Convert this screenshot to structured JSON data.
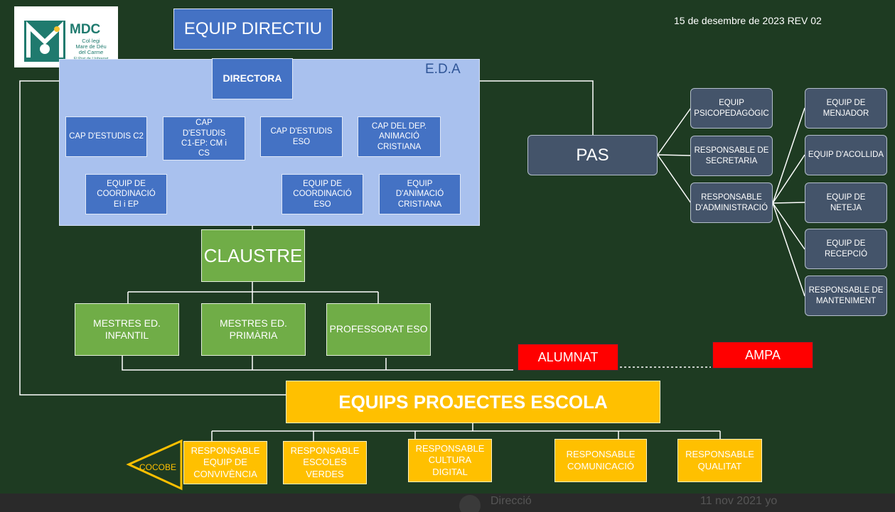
{
  "header": {
    "title": "EQUIP DIRECTIU",
    "date": "15 de desembre de 2023 REV 02"
  },
  "logo": {
    "acronym": "MDC",
    "line1": "Col·legi",
    "line2": "Mare de Déu",
    "line3": "del Carme",
    "line4": "El Prat de Llobregat"
  },
  "eda": {
    "label": "E.D.A",
    "directora": "DIRECTORA",
    "cap_c2": "CAP D'ESTUDIS C2",
    "cap_c1": "CAP D'ESTUDIS C1-EP: CM i CS",
    "cap_eso": "CAP D'ESTUDIS ESO",
    "cap_animacio": "CAP DEL DEP. ANIMACIÓ CRISTIANA",
    "coord_ei_ep": "EQUIP DE COORDINACIÓ EI i EP",
    "coord_eso": "EQUIP DE COORDINACIÓ ESO",
    "equip_animacio": "EQUIP D'ANIMACIÓ CRISTIANA"
  },
  "claustre": {
    "title": "CLAUSTRE",
    "infantil": "MESTRES ED. INFANTIL",
    "primaria": "MESTRES ED. PRIMÀRIA",
    "eso": "PROFESSORAT ESO"
  },
  "pas": {
    "title": "PAS",
    "psico": "EQUIP PSICOPEDAGÒGIC",
    "secretaria": "RESPONSABLE DE SECRETARIA",
    "administracio": "RESPONSABLE D'ADMINISTRACIÓ",
    "menjador": "EQUIP DE MENJADOR",
    "acollida": "EQUIP D'ACOLLIDA",
    "neteja": "EQUIP DE NETEJA",
    "recepcio": "EQUIP DE RECEPCIÓ",
    "manteniment": "RESPONSABLE DE MANTENIMENT"
  },
  "alumnat": "ALUMNAT",
  "ampa": "AMPA",
  "projectes": {
    "title": "EQUIPS PROJECTES ESCOLA",
    "convivencia": "RESPONSABLE EQUIP DE CONVIVÈNCIA",
    "escoles_verdes": "RESPONSABLE ESCOLES VERDES",
    "cultura_digital": "RESPONSABLE CULTURA DIGITAL",
    "comunicacio": "RESPONSABLE COMUNICACIÓ",
    "qualitat": "RESPONSABLE QUALITAT",
    "cocobe": "COCOBE"
  },
  "footer": {
    "ghost_left": "Direcció",
    "ghost_right": "11 nov 2021 yo"
  },
  "colors": {
    "background": "#1e3b22",
    "eda_panel": "#a9c1ee",
    "blue": "#4472c4",
    "green": "#70ad47",
    "slate": "#44546a",
    "gold": "#ffc000",
    "red": "#ff0000"
  }
}
